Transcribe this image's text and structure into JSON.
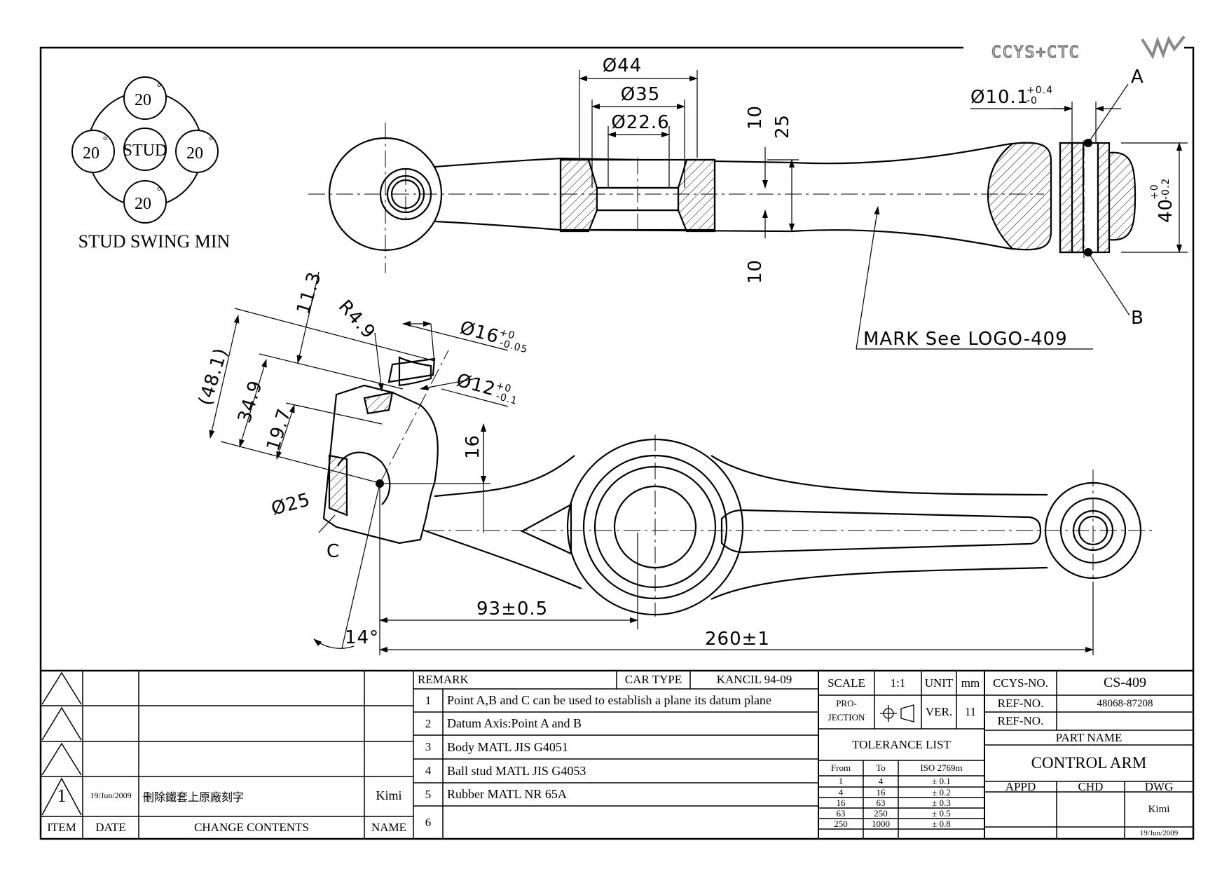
{
  "logo": {
    "text": "CCYS+CTC"
  },
  "stud_swing": {
    "center": "STUD",
    "angles": [
      "20",
      "20",
      "20",
      "20"
    ],
    "degree": "°",
    "caption": "STUD SWING MIN"
  },
  "dimensions": {
    "d44": "Ø44",
    "d35": "Ø35",
    "d22": "Ø22.6",
    "v10a": "10",
    "v25": "25",
    "v10b": "10",
    "d10": "Ø10.1",
    "d10_tol_up": "+0.4",
    "d10_tol_dn": "-0",
    "w40": "40",
    "w40_tol_up": "+0",
    "w40_tol_dn": "-0.2",
    "point_a": "A",
    "point_b": "B",
    "mark": "MARK See LOGO-409",
    "h48": "(48.1)",
    "h34": "34.9",
    "h19": "19.7",
    "h11": "11.3",
    "r49": "R4.9",
    "d16": "Ø16",
    "d16_tol_up": "+0",
    "d16_tol_dn": "-0.05",
    "d12": "Ø12",
    "d12_tol_up": "+0",
    "d12_tol_dn": "-0.1",
    "d25": "Ø25",
    "v16": "16",
    "point_c": "C",
    "len93": "93±0.5",
    "len260": "260±1",
    "ang14": "14°"
  },
  "revision_block": {
    "rows": [
      {
        "rev": "",
        "date": "",
        "change": "",
        "name": ""
      },
      {
        "rev": "",
        "date": "",
        "change": "",
        "name": ""
      },
      {
        "rev": "",
        "date": "",
        "change": "",
        "name": ""
      },
      {
        "rev": "1",
        "date": "19/Jun/2009",
        "change": "刪除鐵套上原廠刻字",
        "name": "Kimi"
      }
    ],
    "headers": {
      "item": "ITEM",
      "date": "DATE",
      "change": "CHANGE CONTENTS",
      "name": "NAME"
    }
  },
  "remarks": {
    "header": "REMARK",
    "car_type_label": "CAR TYPE",
    "car_type": "KANCIL 94-09",
    "items": [
      {
        "no": "1",
        "text": "Point A,B and C can be used to establish a plane its datum plane"
      },
      {
        "no": "2",
        "text": "Datum Axis:Point A and B"
      },
      {
        "no": "3",
        "text": "Body MATL JIS G4051"
      },
      {
        "no": "4",
        "text": "Ball stud MATL JIS G4053"
      },
      {
        "no": "5",
        "text": "Rubber MATL NR 65A"
      },
      {
        "no": "6",
        "text": ""
      }
    ]
  },
  "tolerance": {
    "scale_label": "SCALE",
    "scale": "1:1",
    "unit_label": "UNIT",
    "unit": "mm",
    "projection_label_1": "PRO-",
    "projection_label_2": "JECTION",
    "ver_label": "VER.",
    "ver": "11",
    "title": "TOLERANCE LIST",
    "headers": [
      "From",
      "To",
      "ISO 2769m"
    ],
    "rows": [
      [
        "1",
        "4",
        "± 0.1"
      ],
      [
        "4",
        "16",
        "± 0.2"
      ],
      [
        "16",
        "63",
        "± 0.3"
      ],
      [
        "63",
        "250",
        "± 0.5"
      ],
      [
        "250",
        "1000",
        "± 0.8"
      ]
    ]
  },
  "title_block": {
    "ccys_label": "CCYS-NO.",
    "ccys_no": "CS-409",
    "ref_label_1": "REF-NO.",
    "ref_no_1": "48068-87208",
    "ref_label_2": "REF-NO.",
    "ref_no_2": "",
    "part_name_label": "PART NAME",
    "part_name": "CONTROL ARM",
    "appd": "APPD",
    "chd": "CHD",
    "dwg": "DWG",
    "drawer": "Kimi",
    "date": "19/Jun/2009"
  }
}
